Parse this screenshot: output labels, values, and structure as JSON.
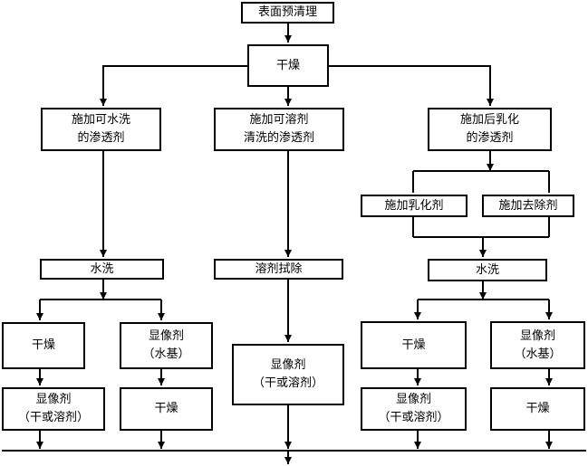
{
  "diagram": {
    "nodes": {
      "surface_clean": {
        "lines": [
          "表面预清理"
        ]
      },
      "dry_top": {
        "lines": [
          "干燥"
        ]
      },
      "apply_water_washable": {
        "lines": [
          "施加可水洗",
          "的渗透剂"
        ]
      },
      "apply_solvent_removable": {
        "lines": [
          "施加可溶剂",
          "清洗的渗透剂"
        ]
      },
      "apply_post_emulsifiable": {
        "lines": [
          "施加后乳化",
          "的渗透剂"
        ]
      },
      "apply_emulsifier": {
        "lines": [
          "施加乳化剂"
        ]
      },
      "apply_remover": {
        "lines": [
          "施加去除剂"
        ]
      },
      "water_wash_left": {
        "lines": [
          "水洗"
        ]
      },
      "solvent_wipe": {
        "lines": [
          "溶剂拭除"
        ]
      },
      "water_wash_right": {
        "lines": [
          "水洗"
        ]
      },
      "dry_left": {
        "lines": [
          "干燥"
        ]
      },
      "developer_aqueous_left": {
        "lines": [
          "显像剂",
          "（水基）"
        ]
      },
      "developer_dry_solvent_left": {
        "lines": [
          "显像剂",
          "（干或溶剂）"
        ]
      },
      "dry_left_2": {
        "lines": [
          "干燥"
        ]
      },
      "developer_dry_solvent_mid": {
        "lines": [
          "显像剂",
          "（干或溶剂）"
        ]
      },
      "dry_right": {
        "lines": [
          "干燥"
        ]
      },
      "developer_aqueous_right": {
        "lines": [
          "显像剂",
          "（水基）"
        ]
      },
      "developer_dry_solvent_right": {
        "lines": [
          "显像剂",
          "（干或溶剂）"
        ]
      },
      "dry_right_2": {
        "lines": [
          "干燥"
        ]
      }
    }
  }
}
